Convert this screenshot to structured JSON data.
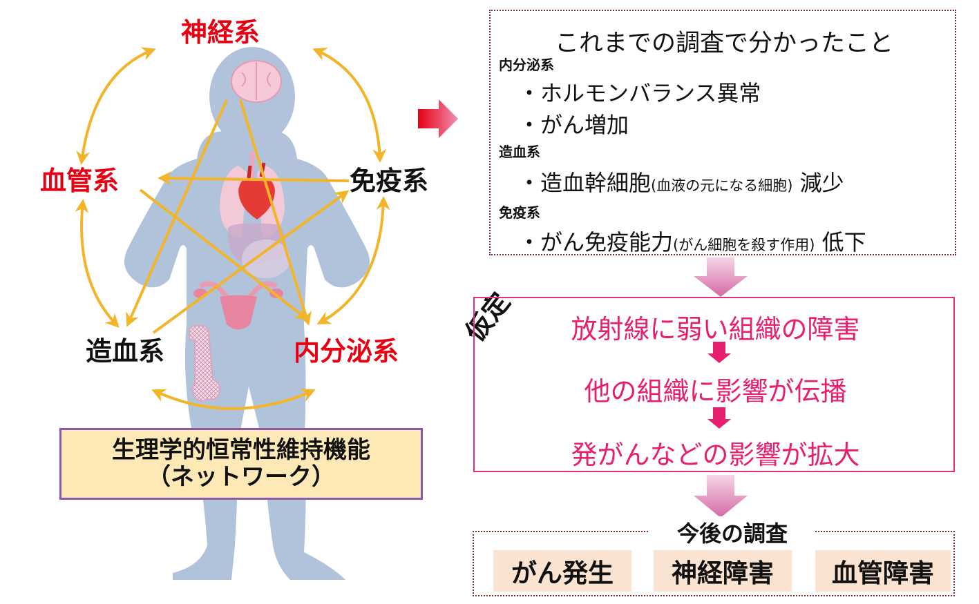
{
  "systems": {
    "nervous": {
      "label": "神経系",
      "color": "#e60012"
    },
    "vascular": {
      "label": "血管系",
      "color": "#e60012"
    },
    "immune": {
      "label": "免疫系",
      "color": "#111111"
    },
    "hematopoietic": {
      "label": "造血系",
      "color": "#111111"
    },
    "endocrine": {
      "label": "内分泌系",
      "color": "#e60012"
    }
  },
  "network_box": {
    "line1": "生理学的恒常性維持機能",
    "line2": "（ネットワーク）"
  },
  "findings": {
    "title": "これまでの調査で分かったこと",
    "sections": [
      {
        "heading": "内分泌系",
        "bullets": [
          {
            "text": "・ホルモンバランス異常"
          },
          {
            "text": "・がん増加"
          }
        ]
      },
      {
        "heading": "造血系",
        "bullets": [
          {
            "text": "・造血幹細胞",
            "note": "(血液の元になる細胞)",
            "tail": "減少"
          }
        ]
      },
      {
        "heading": "免疫系",
        "bullets": [
          {
            "text": "・がん免疫能力",
            "note": "(がん細胞を殺す作用)",
            "tail": "低下"
          }
        ]
      }
    ]
  },
  "hypothesis": {
    "label": "仮定",
    "steps": [
      "放射線に弱い組織の障害",
      "他の組織に影響が伝播",
      "発がんなどの影響が拡大"
    ]
  },
  "future": {
    "title": "今後の調査",
    "items": [
      "がん発生",
      "神経障害",
      "血管障害"
    ]
  },
  "colors": {
    "arrow": "#f2b428",
    "silhouette": "#a9bcd6",
    "hypothesis_text": "#e61f6e",
    "down_arrow": "#e8a6c8"
  },
  "icons": [
    "brain-icon",
    "heart-icon",
    "lungs-icon",
    "uterus-icon",
    "bone-icon",
    "human-silhouette",
    "red-arrow-icon",
    "down-arrow-icon"
  ]
}
